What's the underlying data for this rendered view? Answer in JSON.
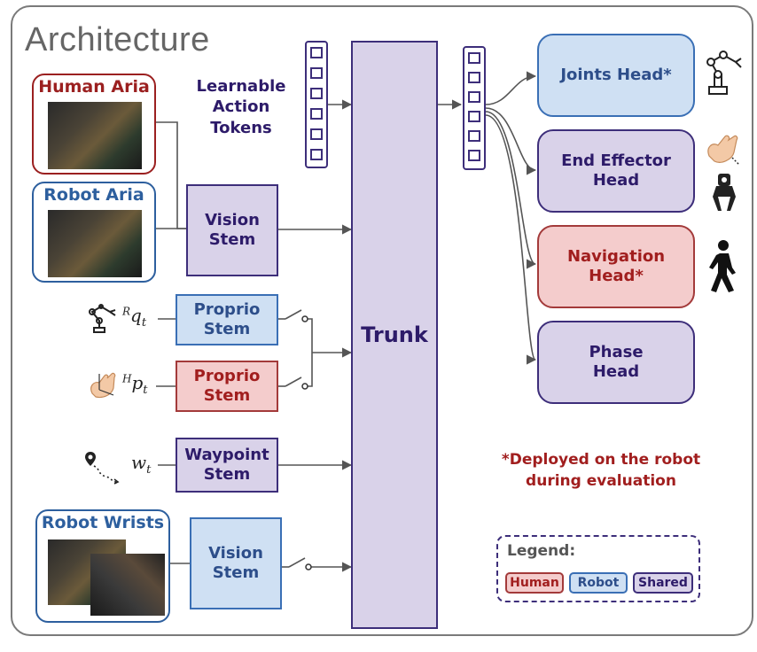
{
  "title": "Architecture",
  "cameras": {
    "human_aria": "Human Aria",
    "robot_aria": "Robot Aria",
    "robot_wrists": "Robot Wrists"
  },
  "learnable_tokens": {
    "line1": "Learnable",
    "line2": "Action",
    "line3": "Tokens"
  },
  "stems": {
    "vision_top": {
      "line1": "Vision",
      "line2": "Stem"
    },
    "proprio_robot": {
      "line1": "Proprio",
      "line2": "Stem"
    },
    "proprio_human": {
      "line1": "Proprio",
      "line2": "Stem"
    },
    "waypoint": {
      "line1": "Waypoint",
      "line2": "Stem"
    },
    "vision_bottom": {
      "line1": "Vision",
      "line2": "Stem"
    }
  },
  "trunk": "Trunk",
  "inputs": {
    "robot_q": {
      "sup": "R",
      "sym": "q",
      "sub": "t"
    },
    "human_p": {
      "sup": "H",
      "sym": "p",
      "sub": "t"
    },
    "waypoint_w": {
      "sym": "w",
      "sub": "t"
    }
  },
  "heads": {
    "joints": {
      "line1": "Joints Head*"
    },
    "end_effector": {
      "line1": "End Effector",
      "line2": "Head"
    },
    "navigation": {
      "line1": "Navigation",
      "line2": "Head*"
    },
    "phase": {
      "line1": "Phase",
      "line2": "Head"
    }
  },
  "note": {
    "line1": "*Deployed on the robot",
    "line2": "during evaluation"
  },
  "legend": {
    "title": "Legend:",
    "human": "Human",
    "robot": "Robot",
    "shared": "Shared"
  },
  "colors": {
    "shared_fill": "#d9d2e9",
    "shared_border": "#3d2e7a",
    "robot_fill": "#cfe0f3",
    "robot_border": "#3a6fb5",
    "human_fill": "#f4cccc",
    "human_border": "#a33a3a"
  },
  "icons": [
    "robot-arm-icon",
    "hand-icon",
    "gripper-icon",
    "walking-person-icon",
    "map-pin-icon",
    "switch-icon"
  ]
}
